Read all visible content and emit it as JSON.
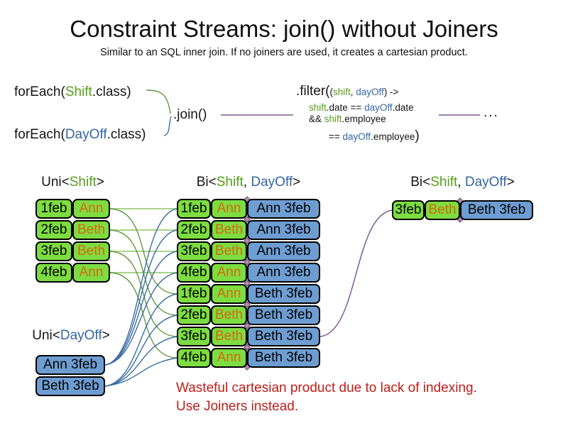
{
  "title": "Constraint Streams: join() without Joiners",
  "subtitle": "Similar to an SQL inner join. If no joiners are used, it creates a cartesian product.",
  "colors": {
    "green": "#579D1C",
    "blue": "#3465A4",
    "orange": "#D7690A",
    "box_green": "#7DDC41",
    "box_blue": "#6E9DD2",
    "wire_green": "#5F963C",
    "wire_green_light": "#AAD28C",
    "wire_blue": "#3C6EA5",
    "wire_purple": "#7D5A96",
    "caption_red": "#BE1E19"
  },
  "code": {
    "foreach_shift": [
      {
        "t": "forEach("
      },
      {
        "t": "Shift",
        "c": "green"
      },
      {
        "t": ".class)"
      }
    ],
    "foreach_dayoff": [
      {
        "t": "forEach("
      },
      {
        "t": "DayOff",
        "c": "blue"
      },
      {
        "t": ".class)"
      }
    ],
    "join": ".join()",
    "filter_line1": [
      {
        "t": ".filter(",
        "cls": "big"
      },
      {
        "t": "("
      },
      {
        "t": "shift",
        "c": "green"
      },
      {
        "t": ", "
      },
      {
        "t": "dayOff",
        "c": "blue"
      },
      {
        "t": ") ->"
      }
    ],
    "filter_line2": [
      {
        "t": "shift",
        "c": "green"
      },
      {
        "t": ".date == "
      },
      {
        "t": "dayOff",
        "c": "blue"
      },
      {
        "t": ".date"
      }
    ],
    "filter_line3": [
      {
        "t": "&& "
      },
      {
        "t": "shift",
        "c": "green"
      },
      {
        "t": ".employee"
      }
    ],
    "filter_line4": [
      {
        "t": "== "
      },
      {
        "t": "dayOff",
        "c": "blue"
      },
      {
        "t": ".employee"
      },
      {
        "t": ")",
        "cls": "big"
      }
    ],
    "ellipsis": "..."
  },
  "streams": {
    "uni_shift": {
      "label": [
        {
          "t": "Uni<"
        },
        {
          "t": "Shift",
          "c": "green"
        },
        {
          "t": ">"
        }
      ],
      "rows": [
        [
          "1feb",
          "Ann"
        ],
        [
          "2feb",
          "Beth"
        ],
        [
          "3feb",
          "Beth"
        ],
        [
          "4feb",
          "Ann"
        ]
      ]
    },
    "bi_pairs": {
      "label": [
        {
          "t": "Bi<"
        },
        {
          "t": "Shift",
          "c": "green"
        },
        {
          "t": ", "
        },
        {
          "t": "DayOff",
          "c": "blue"
        },
        {
          "t": ">"
        }
      ],
      "rows": [
        [
          "1feb",
          "Ann",
          "Ann 3feb"
        ],
        [
          "2feb",
          "Beth",
          "Ann 3feb"
        ],
        [
          "3feb",
          "Beth",
          "Ann 3feb"
        ],
        [
          "4feb",
          "Ann",
          "Ann 3feb"
        ],
        [
          "1feb",
          "Ann",
          "Beth 3feb"
        ],
        [
          "2feb",
          "Beth",
          "Beth 3feb"
        ],
        [
          "3feb",
          "Beth",
          "Beth 3feb"
        ],
        [
          "4feb",
          "Ann",
          "Beth 3feb"
        ]
      ]
    },
    "uni_dayoff": {
      "label": [
        {
          "t": "Uni<"
        },
        {
          "t": "DayOff",
          "c": "blue"
        },
        {
          "t": ">"
        }
      ],
      "rows": [
        [
          "Ann 3feb"
        ],
        [
          "Beth 3feb"
        ]
      ]
    },
    "bi_result": {
      "label": [
        {
          "t": "Bi<"
        },
        {
          "t": "Shift",
          "c": "green"
        },
        {
          "t": ", "
        },
        {
          "t": "DayOff",
          "c": "blue"
        },
        {
          "t": ">"
        }
      ],
      "rows": [
        [
          "3feb",
          "Beth",
          "Beth 3feb"
        ]
      ]
    }
  },
  "connections": {
    "shift_to_pair": [
      [
        0,
        0
      ],
      [
        1,
        1
      ],
      [
        2,
        2
      ],
      [
        3,
        3
      ],
      [
        0,
        4
      ],
      [
        1,
        5
      ],
      [
        2,
        6
      ],
      [
        3,
        7
      ]
    ],
    "dayoff_to_pair": [
      [
        0,
        0
      ],
      [
        0,
        1
      ],
      [
        0,
        2
      ],
      [
        0,
        3
      ],
      [
        1,
        4
      ],
      [
        1,
        5
      ],
      [
        1,
        6
      ],
      [
        1,
        7
      ]
    ],
    "pair_to_result": [
      [
        6,
        0
      ]
    ]
  },
  "caption": {
    "line1": "Wasteful cartesian product due to lack of indexing.",
    "line2": "Use Joiners instead."
  }
}
